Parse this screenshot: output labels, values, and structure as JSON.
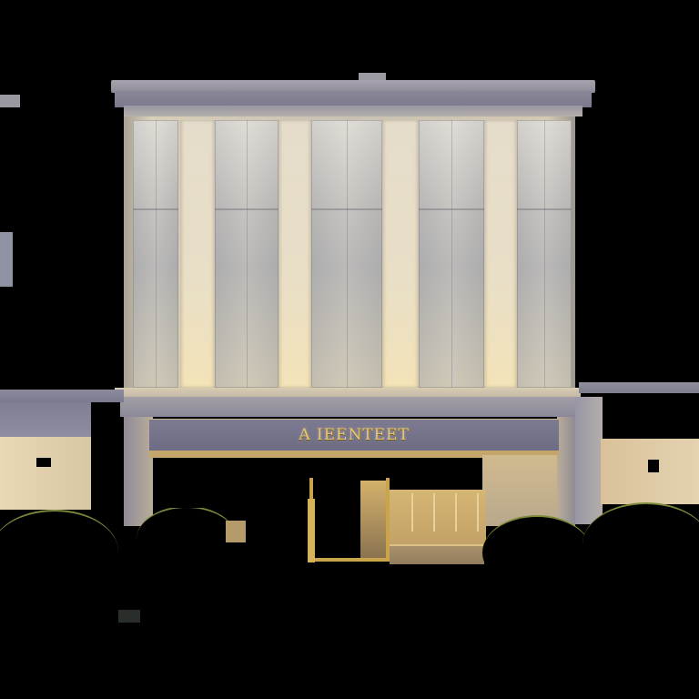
{
  "scene": {
    "subject": "building facade at dusk",
    "background_color": "#000000",
    "sign": {
      "text": "A IEENTEET",
      "text_color": "#e6c77a",
      "panel_color": "#74738a"
    },
    "palette": {
      "cornice": "#8d8a99",
      "stone": "#d9cfb8",
      "glass": "#c3c0b8",
      "gold_entry": "#c9a44a",
      "foliage_rim": "#7c8a3b"
    },
    "tower": {
      "pillar_count": 5,
      "pane_count": 5
    },
    "entrance": {
      "door_rib_count": 4
    }
  }
}
